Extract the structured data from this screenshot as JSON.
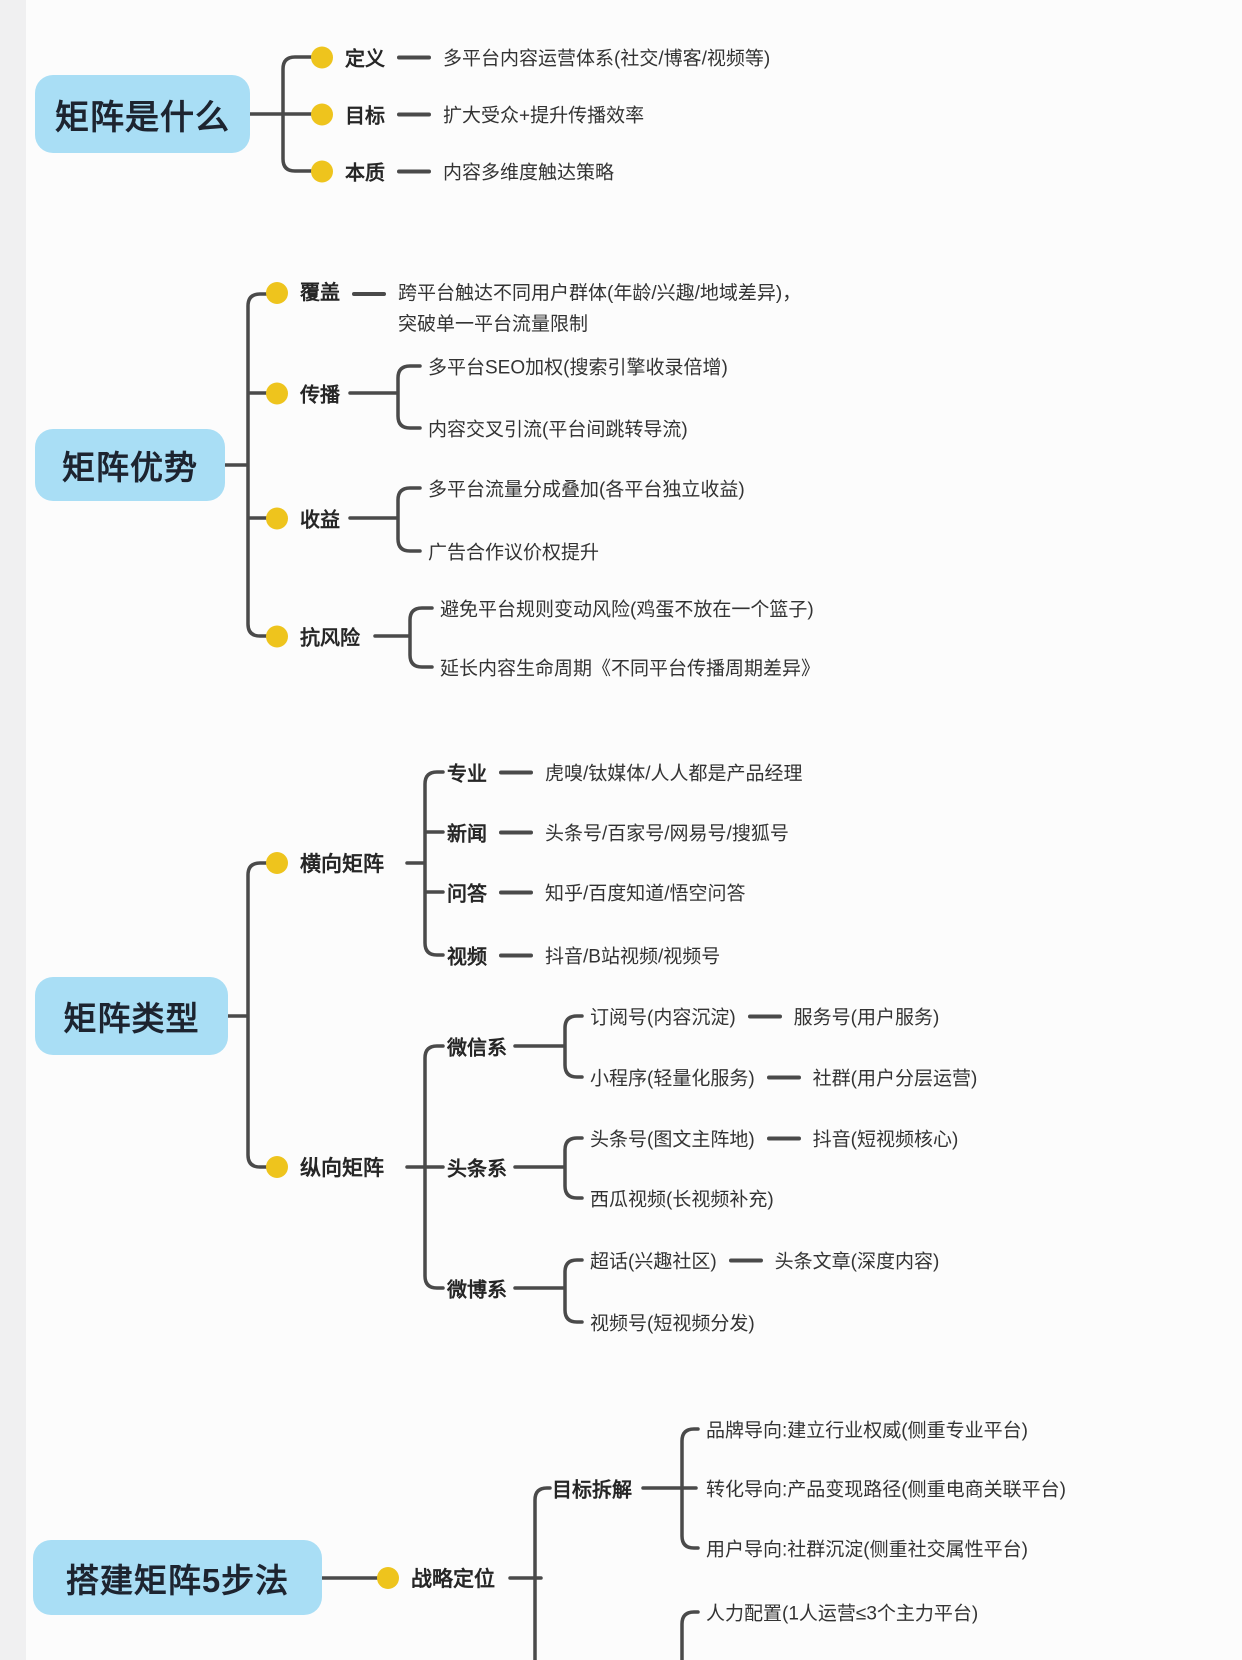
{
  "theme": {
    "node_bg": "#a9def5",
    "node_text": "#1d2430",
    "dot": "#eec41d",
    "line": "#4a4a4a",
    "label": "#262626",
    "text": "#333333",
    "canvas": "#fcfcfc",
    "left_strip": "#f0f0f1"
  },
  "s1": {
    "title": "矩阵是什么",
    "rows": [
      {
        "label": "定义",
        "text": "多平台内容运营体系(社交/博客/视频等)"
      },
      {
        "label": "目标",
        "text": "扩大受众+提升传播效率"
      },
      {
        "label": "本质",
        "text": "内容多维度触达策略"
      }
    ]
  },
  "s2": {
    "title": "矩阵优势",
    "branches": [
      {
        "label": "覆盖",
        "text": "跨平台触达不同用户群体(年龄/兴趣/地域差异)，突破单一平台流量限制"
      },
      {
        "label": "传播",
        "items": [
          "多平台SEO加权(搜索引擎收录倍增)",
          "内容交叉引流(平台间跳转导流)"
        ]
      },
      {
        "label": "收益",
        "items": [
          "多平台流量分成叠加(各平台独立收益)",
          "广告合作议价权提升"
        ]
      },
      {
        "label": "抗风险",
        "items": [
          "避免平台规则变动风险(鸡蛋不放在一个篮子)",
          "延长内容生命周期《不同平台传播周期差异》"
        ]
      }
    ]
  },
  "s3": {
    "title": "矩阵类型",
    "horizontal": {
      "label": "横向矩阵",
      "rows": [
        {
          "label": "专业",
          "text": "虎嗅/钛媒体/人人都是产品经理"
        },
        {
          "label": "新闻",
          "text": "头条号/百家号/网易号/搜狐号"
        },
        {
          "label": "问答",
          "text": "知乎/百度知道/悟空问答"
        },
        {
          "label": "视频",
          "text": "抖音/B站视频/视频号"
        }
      ]
    },
    "vertical": {
      "label": "纵向矩阵",
      "groups": [
        {
          "label": "微信系",
          "rows": [
            {
              "a": "订阅号(内容沉淀)",
              "b": "服务号(用户服务)"
            },
            {
              "a": "小程序(轻量化服务)",
              "b": "社群(用户分层运营)"
            }
          ]
        },
        {
          "label": "头条系",
          "rows": [
            {
              "a": "头条号(图文主阵地)",
              "b": "抖音(短视频核心)"
            },
            {
              "a": "西瓜视频(长视频补充)"
            }
          ]
        },
        {
          "label": "微博系",
          "rows": [
            {
              "a": "超话(兴趣社区)",
              "b": "头条文章(深度内容)"
            },
            {
              "a": "视频号(短视频分发)"
            }
          ]
        }
      ]
    }
  },
  "s4": {
    "title": "搭建矩阵5步法",
    "branch": {
      "label": "战略定位",
      "sub": {
        "label": "目标拆解",
        "items": [
          "品牌导向:建立行业权威(侧重专业平台)",
          "转化导向:产品变现路径(侧重电商关联平台)",
          "用户导向:社群沉淀(侧重社交属性平台)"
        ]
      },
      "extra_items": [
        "人力配置(1人运营≤3个主力平台)"
      ]
    }
  }
}
